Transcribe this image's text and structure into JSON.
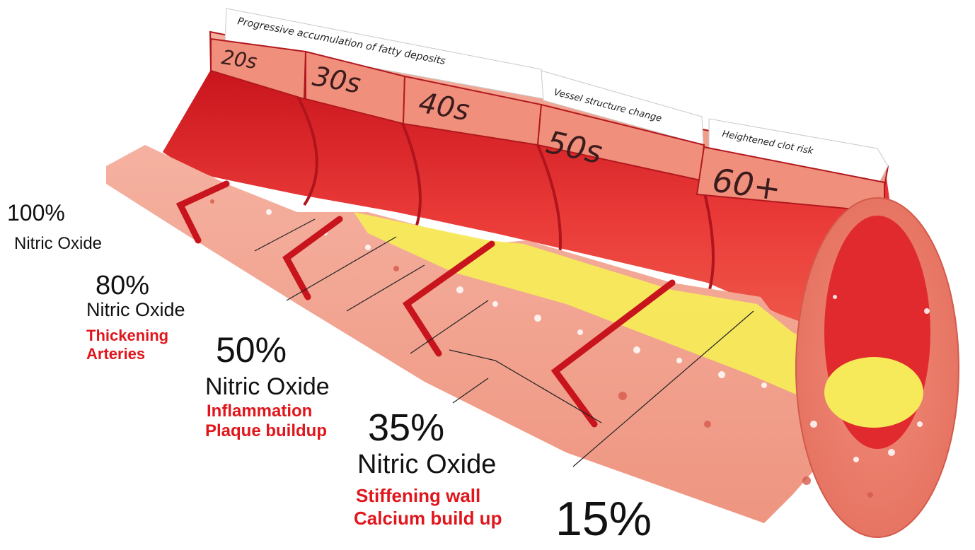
{
  "banner": {
    "top": "Progressive accumulation of fatty deposits",
    "middle": "Vessel structure change",
    "right": "Heightened clot risk"
  },
  "ages": [
    "20s",
    "30s",
    "40s",
    "50s",
    "60+"
  ],
  "stages": [
    {
      "percent": "100%",
      "nitric": "Nitric Oxide",
      "effect_1": "",
      "effect_2": ""
    },
    {
      "percent": "80%",
      "nitric": "Nitric Oxide",
      "effect_1": "Thickening",
      "effect_2": "Arteries"
    },
    {
      "percent": "50%",
      "nitric": "Nitric Oxide",
      "effect_1": "Inflammation",
      "effect_2": "Plaque buildup"
    },
    {
      "percent": "35%",
      "nitric": "Nitric Oxide",
      "effect_1": "Stiffening wall",
      "effect_2": "Calcium build up"
    },
    {
      "percent": "15%",
      "nitric": "",
      "effect_1": "",
      "effect_2": ""
    }
  ],
  "colors": {
    "wall": "#f2a08f",
    "lumen": "#e02a2e",
    "plaque": "#f6ea5a",
    "effect_text": "#e0161c"
  }
}
